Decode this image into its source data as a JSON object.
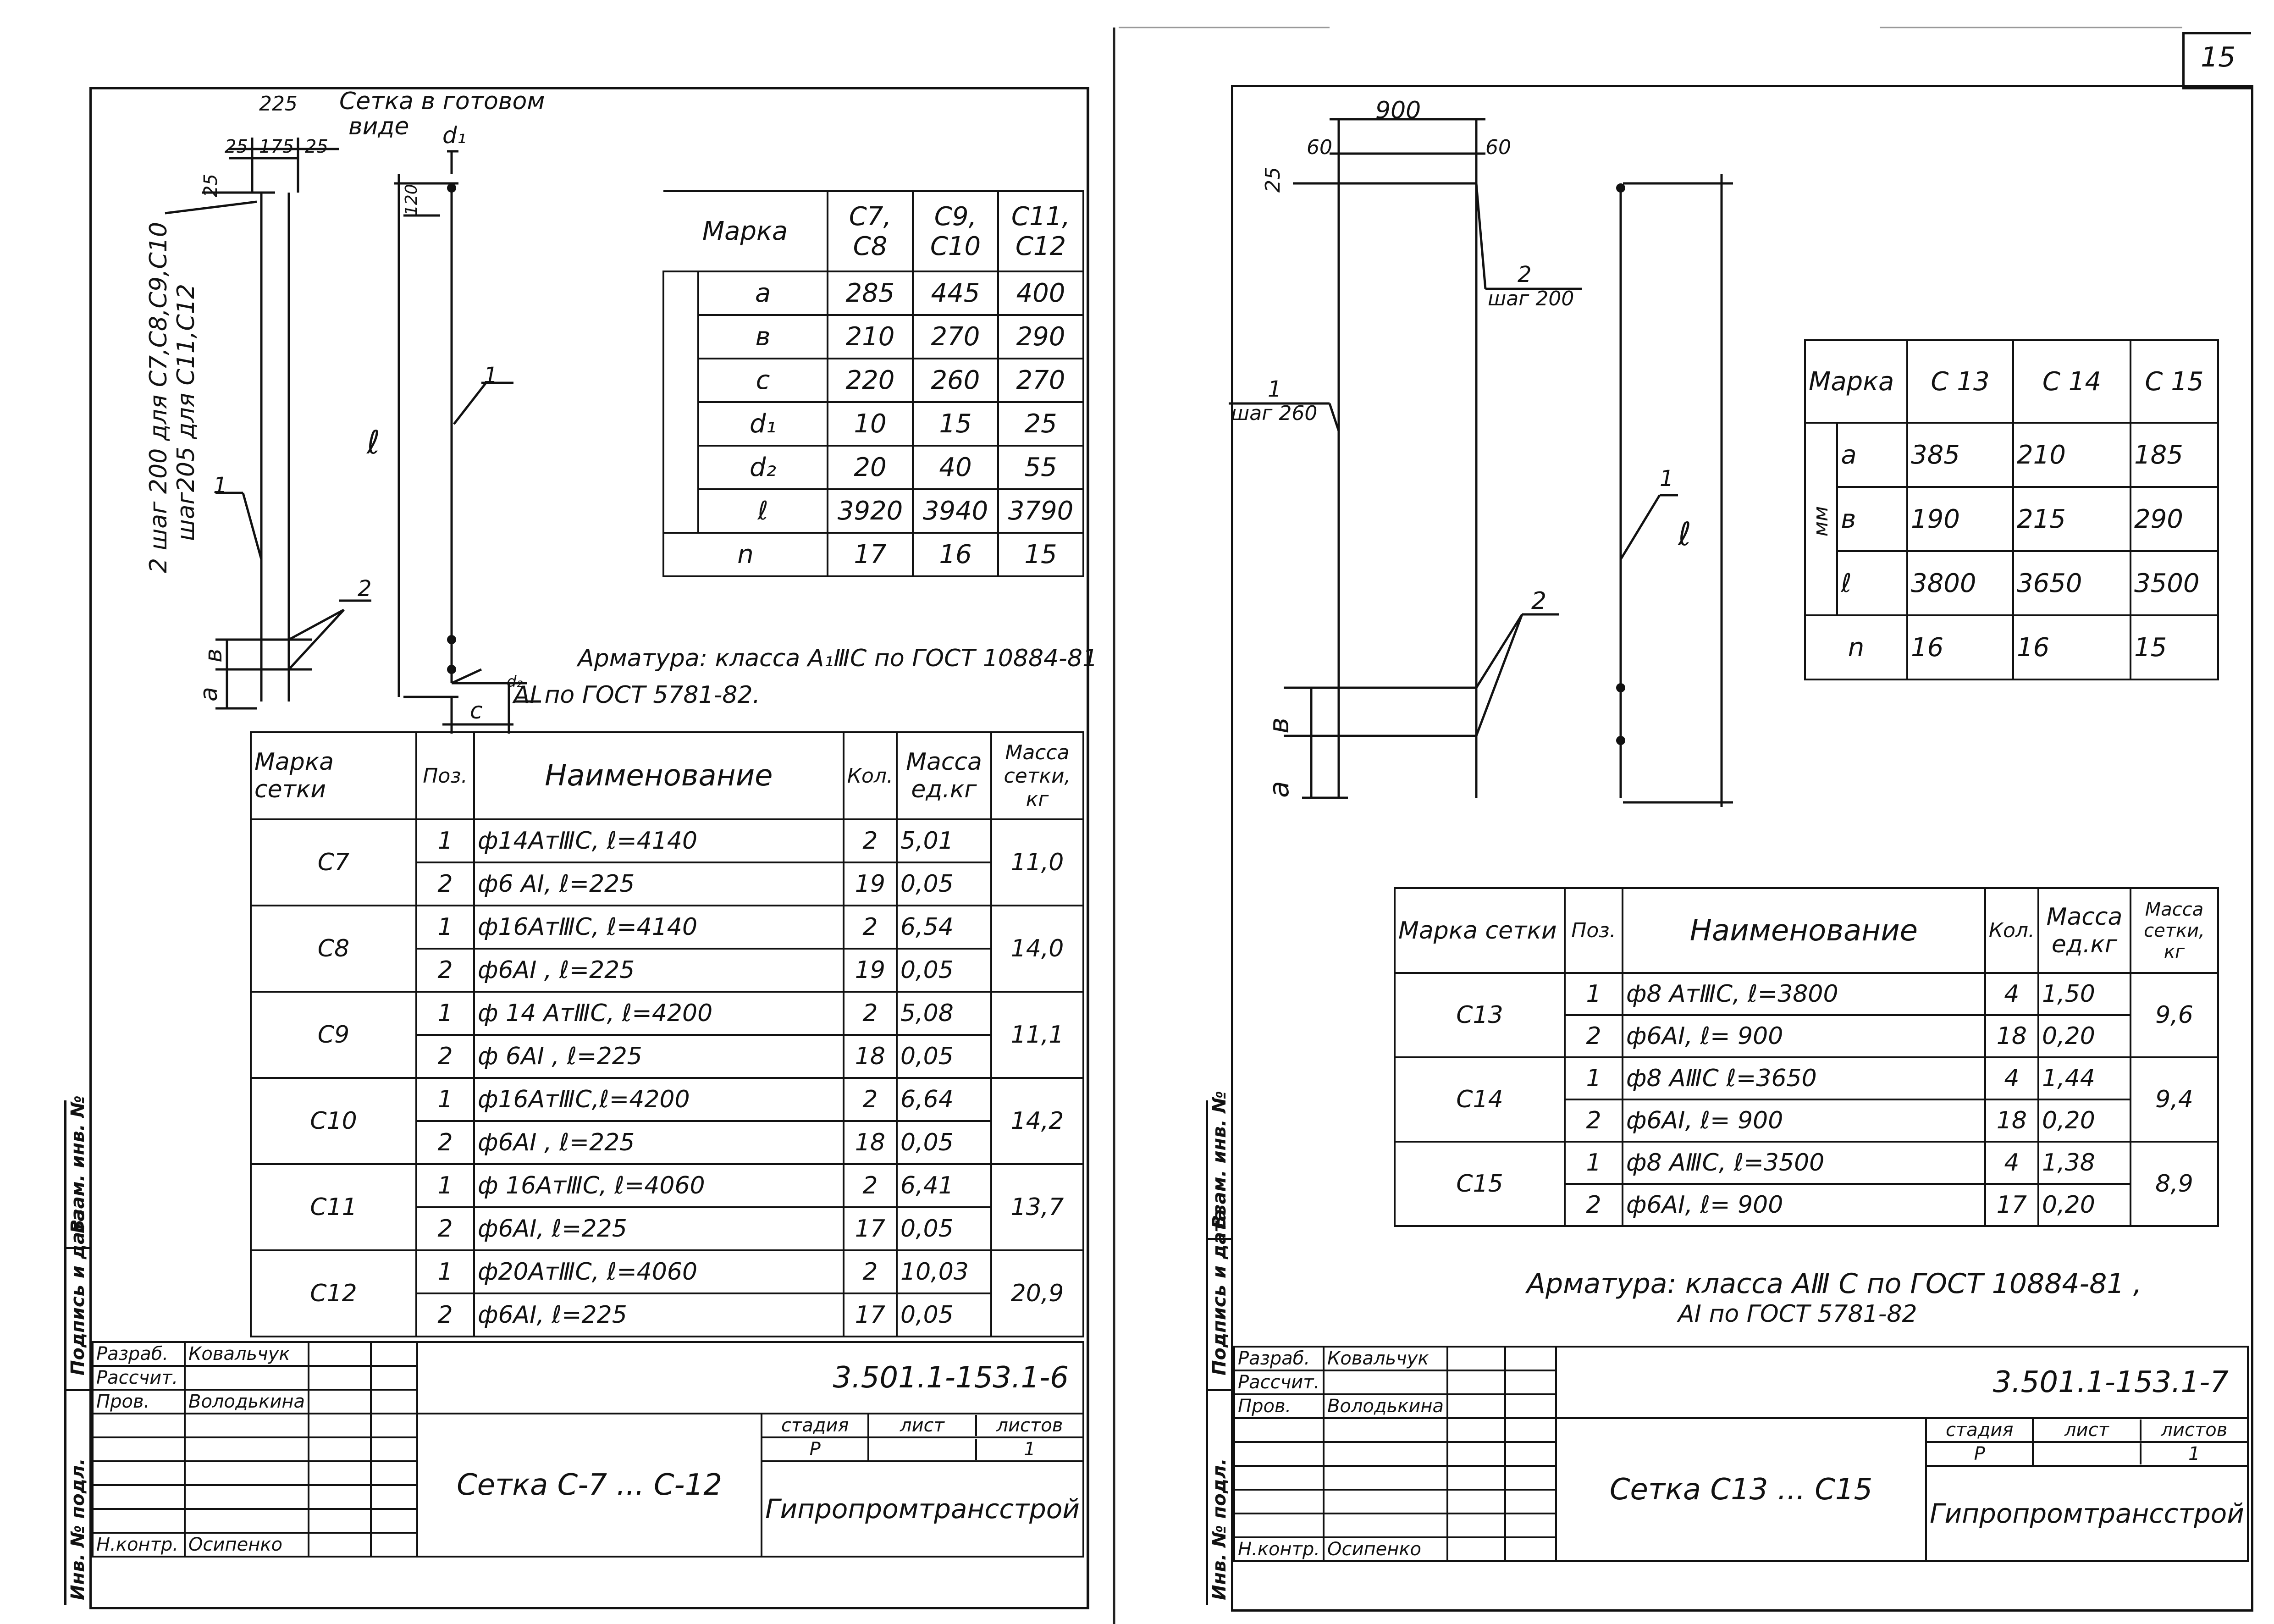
{
  "page_number": "15",
  "left": {
    "dims": {
      "top_225": "225",
      "d25a": "25",
      "d175": "175",
      "d25b": "25",
      "d25_side": "25",
      "d1": "d₁",
      "d120": "120",
      "sym_l": "ℓ",
      "sym_a": "a",
      "sym_b": "в",
      "sym_c": "c",
      "sym_d2": "d₂"
    },
    "labels": {
      "ready_1": "Сетка в готовом",
      "ready_2": "виде",
      "step_1": "2 шаг 200 для С7,С8,С9,С10",
      "step_2": "шаг205 для С11,С12",
      "pos1_a": "1",
      "pos1_b": "1",
      "pos2": "2"
    },
    "armature_1": "Арматура: класса A₁ⅢС по ГОСТ 10884-81",
    "armature_2": "AI по ГОСТ 5781-82.",
    "param_table": {
      "header": [
        "Марка",
        "С7, С8",
        "С9, С10",
        "С11, С12"
      ],
      "rows": [
        [
          "a",
          "285",
          "445",
          "400"
        ],
        [
          "в",
          "210",
          "270",
          "290"
        ],
        [
          "c",
          "220",
          "260",
          "270"
        ],
        [
          "d₁",
          "10",
          "15",
          "25"
        ],
        [
          "d₂",
          "20",
          "40",
          "55"
        ],
        [
          "ℓ",
          "3920",
          "3940",
          "3790"
        ]
      ],
      "n_row": [
        "n",
        "17",
        "16",
        "15"
      ]
    },
    "spec_table": {
      "header": [
        "Марка сетки",
        "Поз.",
        "Наименование",
        "Кол.",
        "Масса ед.кг",
        "Масса сетки, кг"
      ],
      "groups": [
        {
          "mark": "С7",
          "total": "11,0",
          "items": [
            [
              "1",
              "ф14AтⅢC, ℓ=4140",
              "2",
              "5,01"
            ],
            [
              "2",
              "ф6 AI,  ℓ=225",
              "19",
              "0,05"
            ]
          ]
        },
        {
          "mark": "С8",
          "total": "14,0",
          "items": [
            [
              "1",
              "ф16AтⅢC, ℓ=4140",
              "2",
              "6,54"
            ],
            [
              "2",
              "ф6AI ,  ℓ=225",
              "19",
              "0,05"
            ]
          ]
        },
        {
          "mark": "С9",
          "total": "11,1",
          "items": [
            [
              "1",
              "ф 14 AтⅢC, ℓ=4200",
              "2",
              "5,08"
            ],
            [
              "2",
              "ф 6AI  ,  ℓ=225",
              "18",
              "0,05"
            ]
          ]
        },
        {
          "mark": "С10",
          "total": "14,2",
          "items": [
            [
              "1",
              "ф16AтⅢC,ℓ=4200",
              "2",
              "6,64"
            ],
            [
              "2",
              "ф6AI ,  ℓ=225",
              "18",
              "0,05"
            ]
          ]
        },
        {
          "mark": "С11",
          "total": "13,7",
          "items": [
            [
              "1",
              "ф 16AтⅢC,  ℓ=4060",
              "2",
              "6,41"
            ],
            [
              "2",
              "ф6AI,  ℓ=225",
              "17",
              "0,05"
            ]
          ]
        },
        {
          "mark": "С12",
          "total": "20,9",
          "items": [
            [
              "1",
              "ф20AтⅢC, ℓ=4060",
              "2",
              "10,03"
            ],
            [
              "2",
              "ф6AI,  ℓ=225",
              "17",
              "0,05"
            ]
          ]
        }
      ]
    },
    "stamp": {
      "razrab": "Разраб.",
      "razrab_name": "Ковальчук",
      "rasschit": "Рассчит.",
      "prov": "Пров.",
      "prov_name": "Володькина",
      "nkontr": "Н.контр.",
      "nkontr_name": "Осипенко",
      "code": "3.501.1-153.1-6",
      "title": "Сетка  С-7 ... С-12",
      "stadia_lbl": "стадия",
      "list_lbl": "лист",
      "listov_lbl": "листов",
      "stadia": "Р",
      "list": "",
      "listov": "1",
      "org": "Гипропромтрансстрой"
    },
    "side_labels": [
      "Инв. № подл.",
      "Подпись и дата",
      "Взам. инв. №"
    ]
  },
  "right": {
    "dims": {
      "d900": "900",
      "d60a": "60",
      "d60b": "60",
      "d25": "25",
      "sym_l": "ℓ",
      "sym_a": "a",
      "sym_b": "в"
    },
    "labels": {
      "step2_n": "2",
      "step2": "шаг 200",
      "step1_n": "1",
      "step1": "шаг 260",
      "pos1": "1",
      "pos2": "2"
    },
    "param_table": {
      "header": [
        "Марка",
        "С 13",
        "С 14",
        "С 15"
      ],
      "unit": "мм",
      "rows": [
        [
          "a",
          "385",
          "210",
          "185"
        ],
        [
          "в",
          "190",
          "215",
          "290"
        ],
        [
          "ℓ",
          "3800",
          "3650",
          "3500"
        ]
      ],
      "n_row": [
        "n",
        "16",
        "16",
        "15"
      ]
    },
    "spec_table": {
      "header": [
        "Марка сетки",
        "Поз.",
        "Наименование",
        "Кол.",
        "Масса ед.кг",
        "Масса сетки, кг"
      ],
      "groups": [
        {
          "mark": "С13",
          "total": "9,6",
          "items": [
            [
              "1",
              "ф8 AтⅢC,  ℓ=3800",
              "4",
              "1,50"
            ],
            [
              "2",
              "ф6AI,  ℓ= 900",
              "18",
              "0,20"
            ]
          ]
        },
        {
          "mark": "С14",
          "total": "9,4",
          "items": [
            [
              "1",
              "ф8 AⅢC  ℓ=3650",
              "4",
              "1,44"
            ],
            [
              "2",
              "ф6AI,  ℓ= 900",
              "18",
              "0,20"
            ]
          ]
        },
        {
          "mark": "С15",
          "total": "8,9",
          "items": [
            [
              "1",
              "ф8 AⅢC,  ℓ=3500",
              "4",
              "1,38"
            ],
            [
              "2",
              "ф6AI,  ℓ= 900",
              "17",
              "0,20"
            ]
          ]
        }
      ]
    },
    "armature_1": "Арматура: класса AⅢ С по ГОСТ 10884-81 ,",
    "armature_2": "AI по ГОСТ 5781-82",
    "stamp": {
      "razrab": "Разраб.",
      "razrab_name": "Ковальчук",
      "rasschit": "Рассчит.",
      "prov": "Пров.",
      "prov_name": "Володькина",
      "nkontr": "Н.контр.",
      "nkontr_name": "Осипенко",
      "code": "3.501.1-153.1-7",
      "title": "Сетка  С13 ... С15",
      "stadia_lbl": "стадия",
      "list_lbl": "лист",
      "listov_lbl": "листов",
      "stadia": "Р",
      "list": "",
      "listov": "1",
      "org": "Гипропромтрансстрой"
    },
    "side_labels": [
      "Инв. № подл.",
      "Подпись и дата",
      "Взам. инв. №"
    ]
  }
}
